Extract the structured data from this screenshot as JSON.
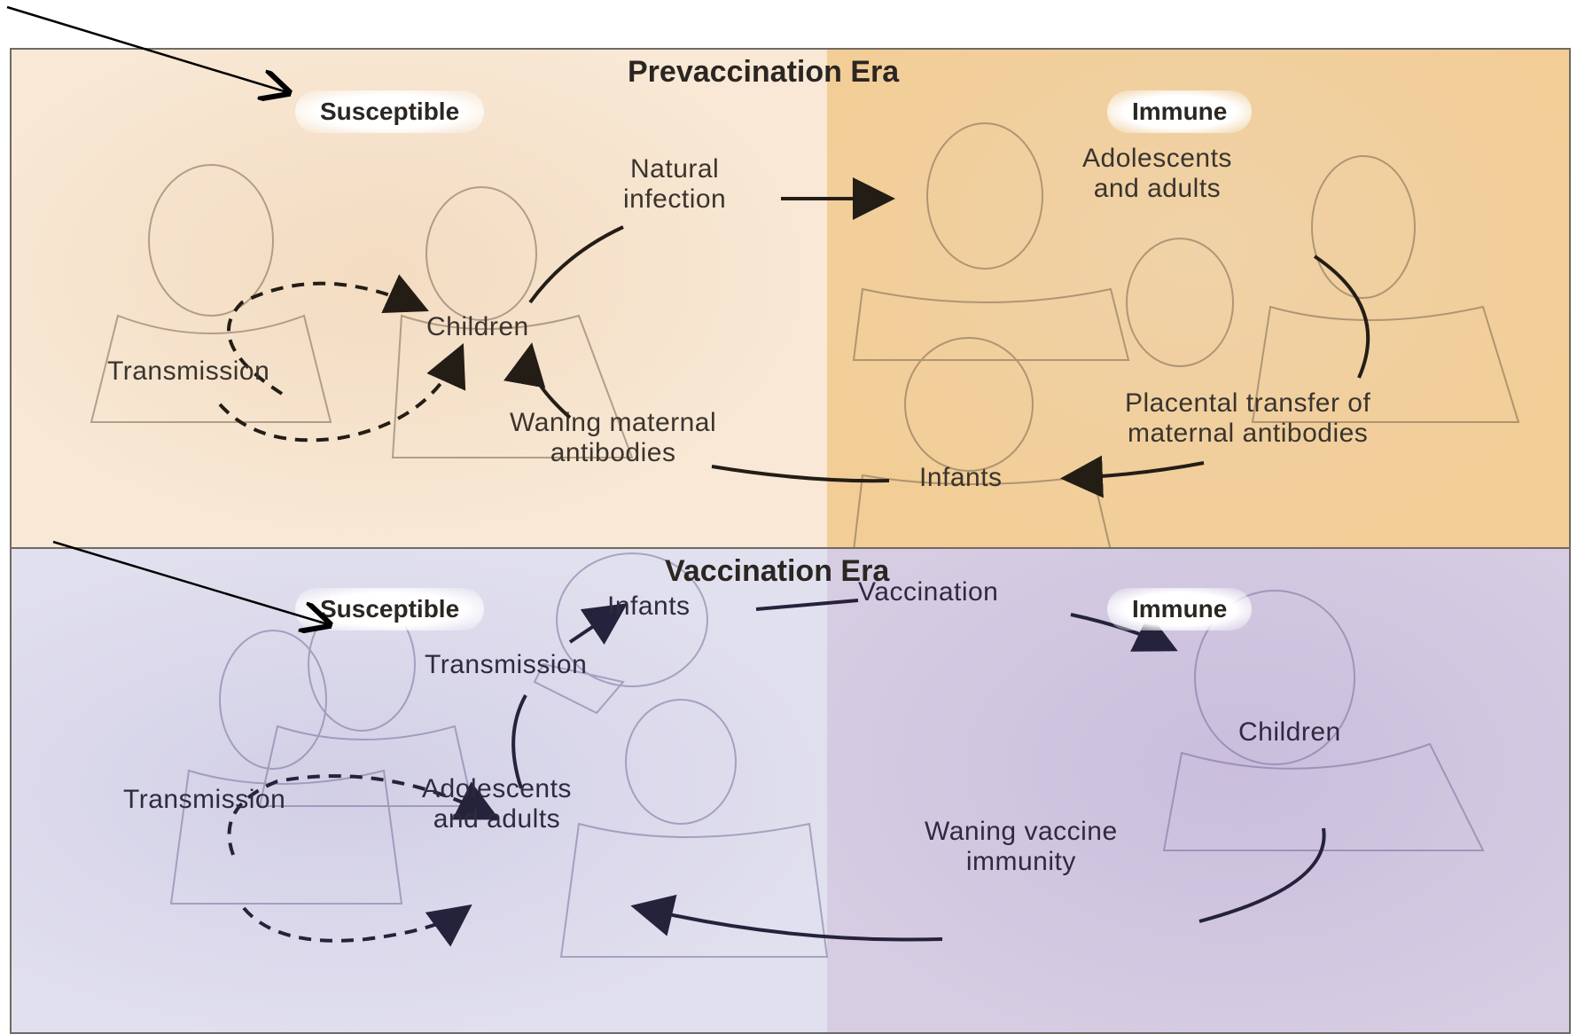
{
  "top_panel": {
    "title": "Prevaccination Era",
    "susceptible": "Susceptible",
    "immune": "Immune",
    "natural_infection_1": "Natural",
    "natural_infection_2": "infection",
    "children": "Children",
    "transmission": "Transmission",
    "waning_maternal_1": "Waning maternal",
    "waning_maternal_2": "antibodies",
    "adolescents_1": "Adolescents",
    "adolescents_2": "and adults",
    "placental_1": "Placental transfer of",
    "placental_2": "maternal antibodies",
    "infants": "Infants"
  },
  "bottom_panel": {
    "title": "Vaccination Era",
    "susceptible": "Susceptible",
    "immune": "Immune",
    "infants": "Infants",
    "vaccination": "Vaccination",
    "transmission_upper": "Transmission",
    "transmission_left": "Transmission",
    "adolescents_1": "Adolescents",
    "adolescents_2": "and adults",
    "children": "Children",
    "waning_vaccine_1": "Waning vaccine",
    "waning_vaccine_2": "immunity"
  },
  "colors": {
    "top_left_bg": "#f6e3cc",
    "top_right_bg": "#f1d6ab",
    "bottom_left_bg": "#dcdbea",
    "bottom_right_bg": "#d3c9e0",
    "arrow_top": "#231d16",
    "arrow_bottom": "#25223c"
  }
}
